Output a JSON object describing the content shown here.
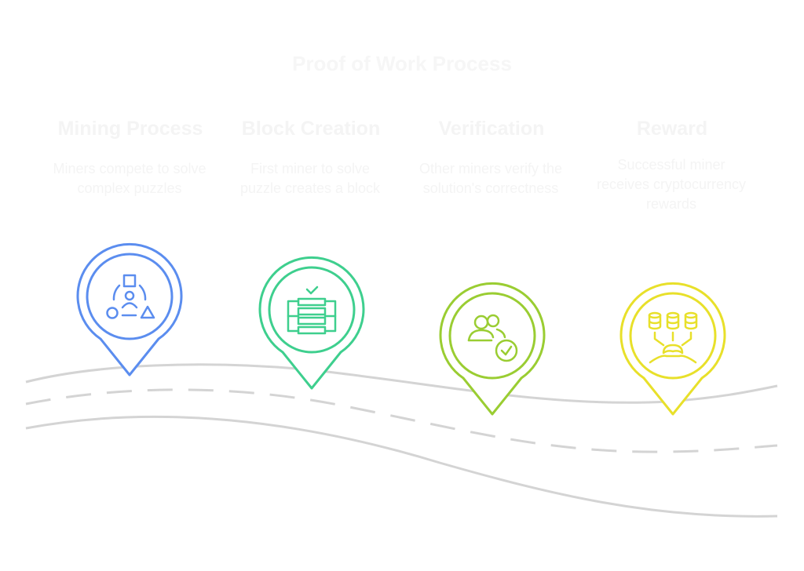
{
  "title": "Proof of Work Process",
  "steps": [
    {
      "title": "Mining Process",
      "description": "Miners compete to solve complex puzzles",
      "icon": "puzzle-shapes-person-icon",
      "color": "#5b8def"
    },
    {
      "title": "Block Creation",
      "description": "First miner to solve puzzle creates a block",
      "icon": "block-stack-check-icon",
      "color": "#3ecf8e"
    },
    {
      "title": "Verification",
      "description": "Other miners verify the solution's correctness",
      "icon": "users-check-icon",
      "color": "#9acd32"
    },
    {
      "title": "Reward",
      "description": "Successful miner receives cryptocurrency rewards",
      "icon": "coins-reward-icon",
      "color": "#e8e02a"
    }
  ]
}
